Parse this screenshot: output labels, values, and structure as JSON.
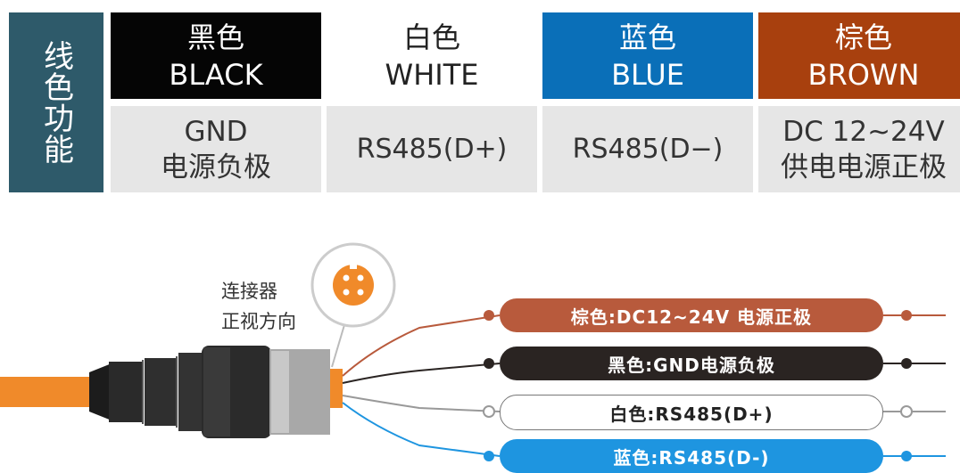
{
  "table": {
    "side_label": "线色功能",
    "columns": [
      {
        "color_cn": "黑色",
        "color_en": "BLACK",
        "func_line1": "GND",
        "func_line2": "电源负极"
      },
      {
        "color_cn": "白色",
        "color_en": "WHITE",
        "func_line1": "RS485(D+)",
        "func_line2": ""
      },
      {
        "color_cn": "蓝色",
        "color_en": "BLUE",
        "func_line1": "RS485(D−)",
        "func_line2": ""
      },
      {
        "color_cn": "棕色",
        "color_en": "BROWN",
        "func_line1": "DC 12~24V",
        "func_line2": "供电电源正极"
      }
    ]
  },
  "diagram": {
    "connector_label_line1": "连接器",
    "connector_label_line2": "正视方向",
    "wires": [
      {
        "label": "棕色:DC12~24V 电源正极",
        "color": "#b85a3c",
        "text_color": "#ffffff"
      },
      {
        "label": "黑色:GND电源负极",
        "color": "#2a2422",
        "text_color": "#ffffff"
      },
      {
        "label": "白色:RS485(D+)",
        "color": "#ffffff",
        "text_color": "#222222"
      },
      {
        "label": "蓝色:RS485(D-)",
        "color": "#1e95e0",
        "text_color": "#ffffff"
      }
    ]
  }
}
